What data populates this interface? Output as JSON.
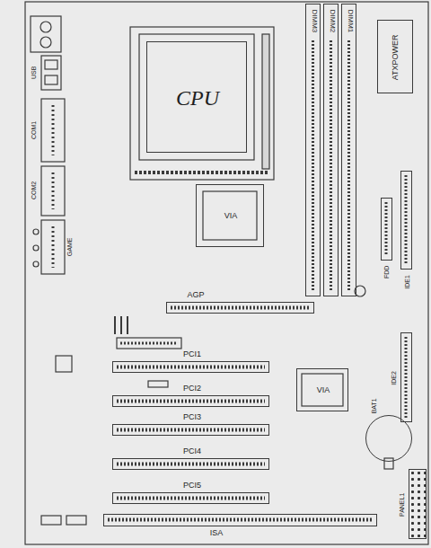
{
  "diagram": {
    "nodes": [
      {
        "text": [
          "DIMM3"
        ]
      },
      {
        "text": [
          "DIMM2"
        ]
      },
      {
        "text": [
          "DIMM1"
        ]
      },
      {
        "text": [
          "ATXPOWER"
        ]
      },
      {
        "text": [
          "CPU"
        ]
      },
      {
        "text": [
          "VIA"
        ]
      },
      {
        "text": [
          "FDD"
        ]
      },
      {
        "text": [
          "IDE1"
        ]
      },
      {
        "text": [
          "AGP"
        ]
      },
      {
        "text": [
          "PCI1"
        ]
      },
      {
        "text": [
          "VIA"
        ]
      },
      {
        "text": [
          "PCI2"
        ]
      },
      {
        "text": [
          "IDE2"
        ]
      },
      {
        "text": [
          "PCI3"
        ]
      },
      {
        "text": [
          "BAT1"
        ]
      },
      {
        "text": [
          "PCI4"
        ]
      },
      {
        "text": [
          "PCI5"
        ]
      },
      {
        "text": [
          "PANEL1"
        ]
      },
      {
        "text": [
          "ISA"
        ]
      }
    ],
    "labels": [
      "USB",
      "COM1",
      "COM2",
      "GAME"
    ]
  }
}
